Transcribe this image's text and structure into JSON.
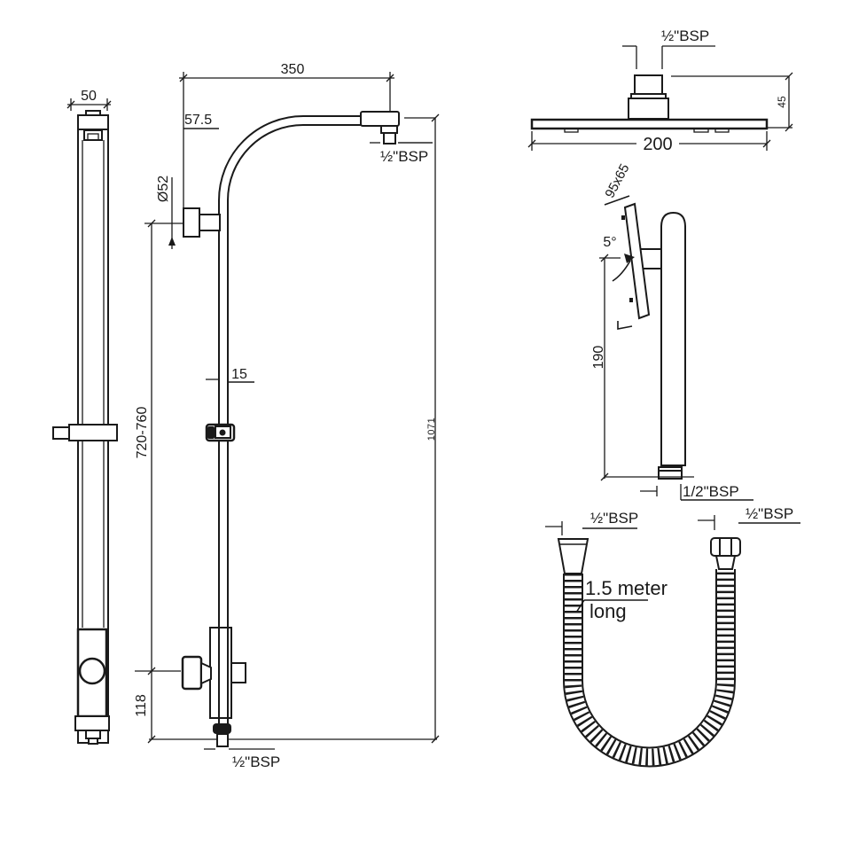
{
  "drawing": {
    "colors": {
      "line": "#1a1a1a",
      "muted": "#a8a8a8"
    },
    "rail_view": {
      "width": "50"
    },
    "column_view": {
      "arm_reach": "350",
      "arm_offset": "57.5",
      "flange_diameter": "Ø52",
      "pipe_width": "15",
      "rail_span": "720-760",
      "inlet_height": "118",
      "overall_height": "1071",
      "outlet_thread": "½\"BSP",
      "inlet_thread": "½\"BSP"
    },
    "head_view": {
      "thread": "½\"BSP",
      "width": "200",
      "height": "45"
    },
    "hand_shower_view": {
      "face_size": "95x65",
      "tilt_angle": "5°",
      "length": "190",
      "thread": "1/2\"BSP"
    },
    "hose_view": {
      "thread_left": "½\"BSP",
      "thread_right": "½\"BSP",
      "note_line1": "1.5 meter",
      "note_line2": "long"
    }
  }
}
